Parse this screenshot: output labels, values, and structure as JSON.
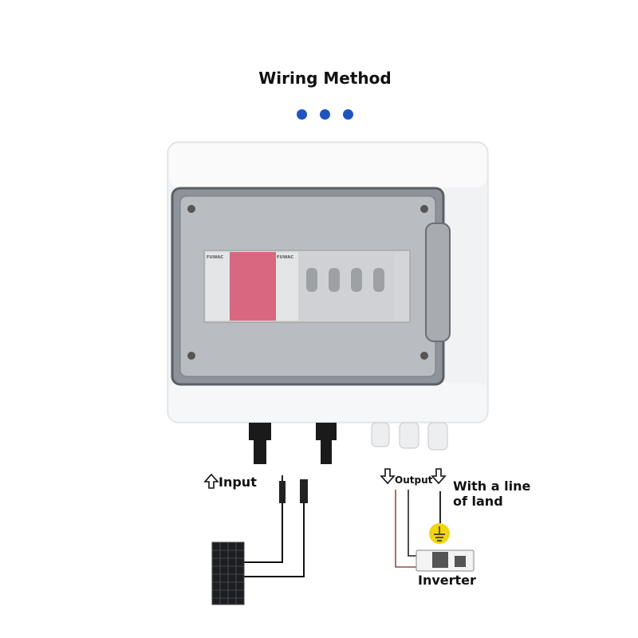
{
  "title": "Wiring Method",
  "dots_color": "#1f55c0",
  "labels": {
    "input": "Input",
    "output": "Output",
    "ground": "With a line\nof land",
    "ground_line1": "With a line",
    "ground_line2": "of land",
    "inverter": "Inverter"
  },
  "breaker_brand": "FUWAC",
  "colors": {
    "spd": "#d9677f",
    "ground": "#f2d417",
    "wire_red": "#9a4a4a"
  }
}
